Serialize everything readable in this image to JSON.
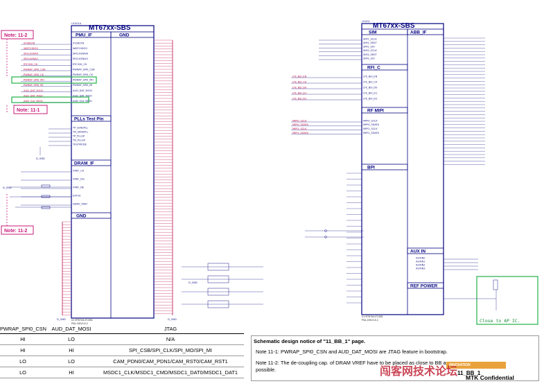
{
  "ic": {
    "left_title": "MT67xx-SBS",
    "right_title": "MT67xx-SBS",
    "left_ref": "U1001A",
    "right_ref": "U1001",
    "left_part": "U1 MT67XX-ET-SBS",
    "right_part": "U1 MT67XX-ET-SBS",
    "left_pkg": "PSA-13813-6-2",
    "right_pkg": "PSA-13813-6-2"
  },
  "blocks": {
    "pmu_if": "PMU_IF",
    "gnd_top": "GND",
    "plls": "PLLs Test Pin",
    "dram_if": "DRAM_IF",
    "gnd_bottom": "GND",
    "sim": "SIM",
    "abb_if": "ABB_IF",
    "rfi_c": "RFI_C",
    "rf_mipi": "RF MIPI",
    "bpi": "BPI",
    "aux_in": "AUX IN",
    "ref_power": "REF POWER"
  },
  "pmu_pins": [
    "SYSRSTB",
    "WATCHDOG",
    "SRCLKENAI0",
    "SRCLKENAI1",
    "RTC32K_CK",
    "PWRAP_SPI0_CSN",
    "PWRAP_SPI0_CK",
    "PWRAP_SPI0_MO",
    "PWRAP_SPI0_MI",
    "AUD_DAT_MOSI",
    "AUD_DAT_MISO",
    "AUD_CLK_MOSI"
  ],
  "pmu_nets": [
    "SYSRSTB",
    "WATCHDOG",
    "SRCLKENA0",
    "SRCLKENA1",
    "RTC32K_CK",
    "PWRAP_SPI0_CSN",
    "PWRAP_SPI0_CK",
    "PWRAP_SPI0_MO",
    "PWRAP_SPI0_MI",
    "AUD_DAT_MOSI",
    "AUD_DAT_MISO",
    "AUD_CLK_MOSI"
  ],
  "pll_pins": [
    "TP_SENSPLL",
    "TN_SENSPLL",
    "TP_PLLGP",
    "TN_PLLGP",
    "TESTMODE"
  ],
  "dram_pins": [
    "VREF_CA",
    "VREF_DQ",
    "VREF_NE",
    "EXTCK",
    "DDRV_VREF"
  ],
  "sim_pins": [
    "SIM1_SCLK",
    "SIM1_SRST",
    "SIM1_SIO",
    "SIM2_SCLK",
    "SIM2_SRST",
    "SIM2_SIO"
  ],
  "rfic_pins": [
    "LTE_BSI_EN",
    "LTE_BSI_CK",
    "LTE_BSI_D0",
    "LTE_BSI_D1",
    "LTE_BSI_D2"
  ],
  "mipi_pins": [
    "MIPI0_SCLK",
    "MIPI0_SDATA",
    "MIPI1_SCLK",
    "MIPI1_SDATA"
  ],
  "aux_pins": [
    "AUXIN0",
    "AUXIN1",
    "AUXIN2",
    "AUXIN3"
  ],
  "notes_labels": {
    "a": "Note: 11-2",
    "b": "Note: 11-1",
    "c": "Note: 11-2"
  },
  "close_label": "Close to AP IC.",
  "gnd_label": "D_GND",
  "table": {
    "headers": [
      "PWRAP_SPI0_CSN",
      "AUD_DAT_MOSI",
      "JTAG"
    ],
    "rows": [
      [
        "HI",
        "LO",
        "N/A"
      ],
      [
        "HI",
        "HI",
        "SPI_CSB/SPI_CLK/SPI_MO/SPI_MI"
      ],
      [
        "LO",
        "LO",
        "CAM_PDN0/CAM_PDN1/CAM_RST0/CAM_RST1"
      ],
      [
        "LO",
        "HI",
        "MSDC1_CLK/MSDC1_CMD/MSDC1_DAT0/MSDC1_DAT1"
      ]
    ]
  },
  "notice": {
    "title": "Schematic design notice of \"11_BB_1\" page.",
    "note1": "Note 11-1:  PWRAP_SPI0_CSN and AUD_DAT_MOSI are JTAG feature in bootstrap.",
    "note2": "Note 11-2:  The de-coupling cap. of DRAM VREF have to be placed as close to BB as possible."
  },
  "title_block": {
    "brand": "INNOVATION",
    "sheet": "11_BB_1",
    "confidential": "MTK Confidential"
  },
  "watermark": "闯客网技术论坛"
}
